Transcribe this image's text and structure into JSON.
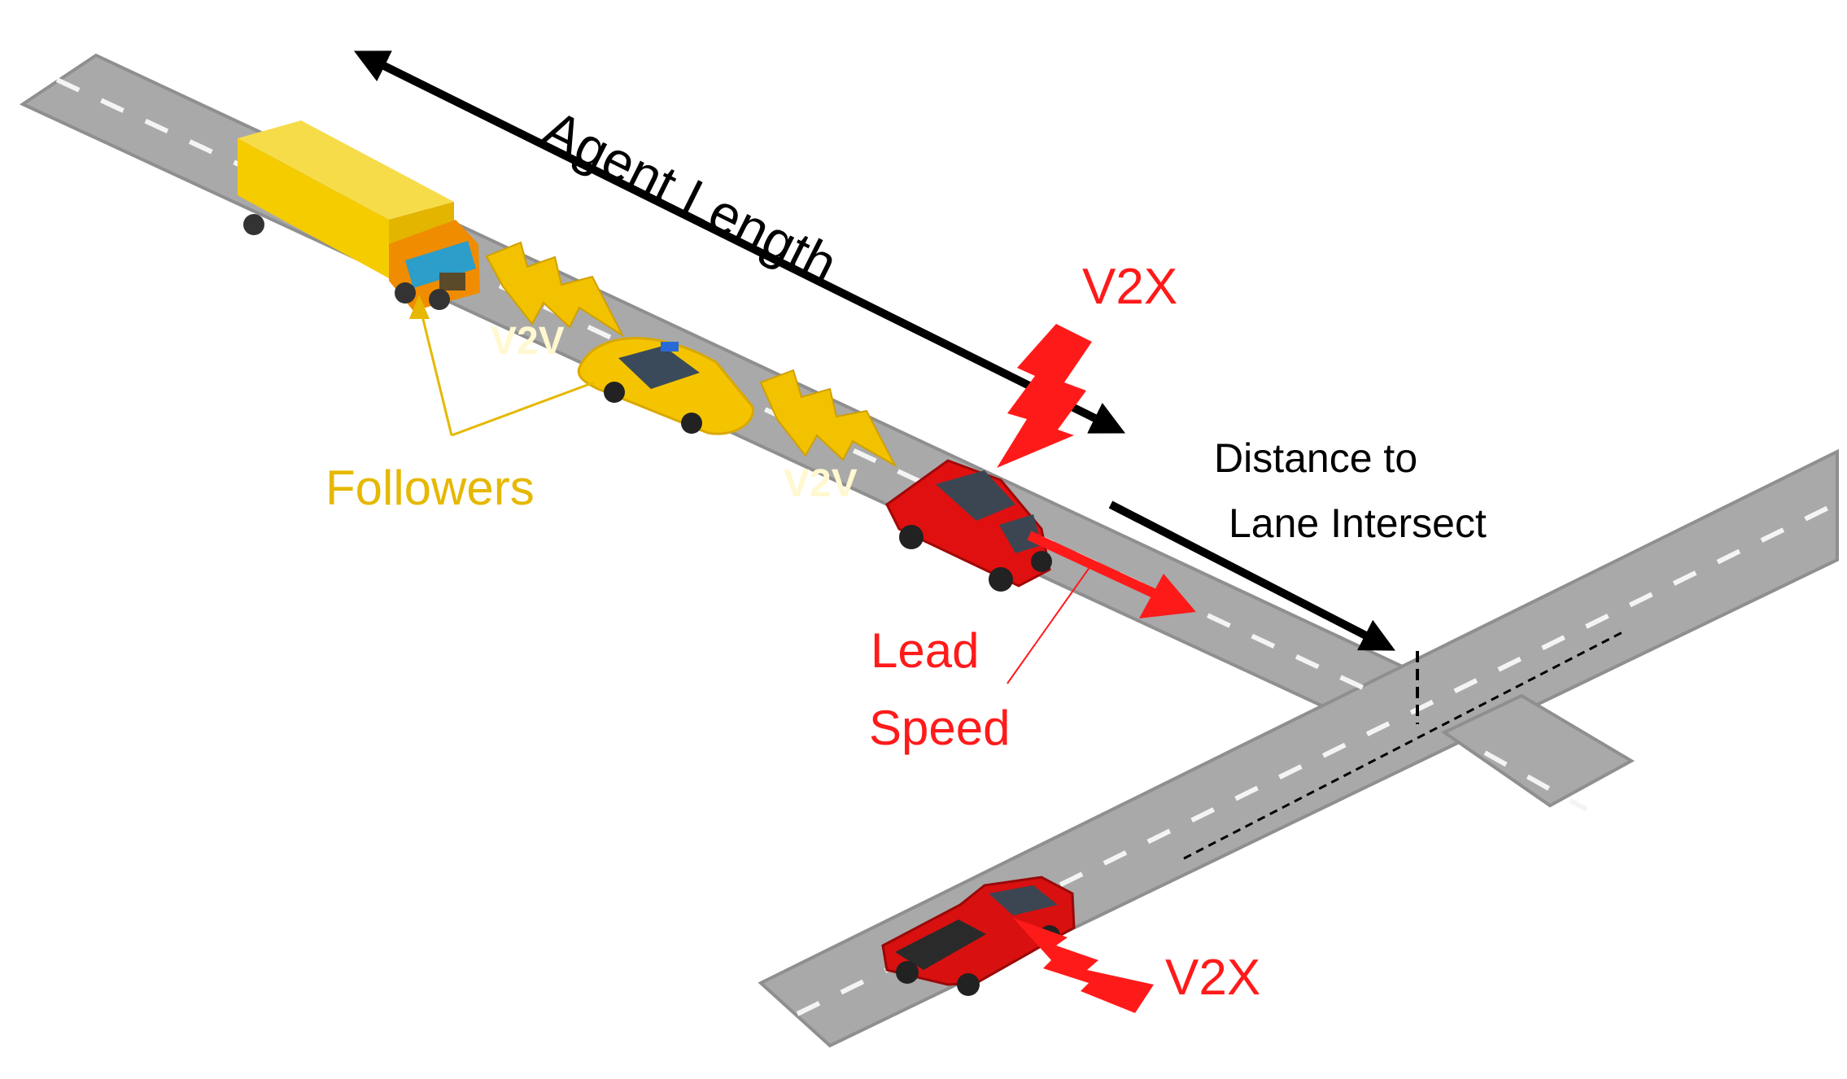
{
  "labels": {
    "agent_length": "Agent Length",
    "v2x_top": "V2X",
    "v2x_bottom": "V2X",
    "v2v_left": "V2V",
    "v2v_right": "V2V",
    "followers": "Followers",
    "distance_line1": "Distance to",
    "distance_line2": "Lane Intersect",
    "lead_line1": "Lead",
    "lead_line2": "Speed"
  },
  "colors": {
    "road": "#a9a9a9",
    "road_edge": "#8f8f8f",
    "lane_mark": "#f4f4f4",
    "arrow_black": "#000000",
    "v2x_red": "#ff1a1a",
    "v2v_gold": "#f2c200",
    "followers_gold": "#e6b800",
    "v2v_text": "#fff8d0",
    "truck_body": "#f5cc00",
    "truck_cab": "#f08c00",
    "taxi": "#f5c400",
    "lead_car": "#e01010",
    "pickup": "#d81010"
  }
}
